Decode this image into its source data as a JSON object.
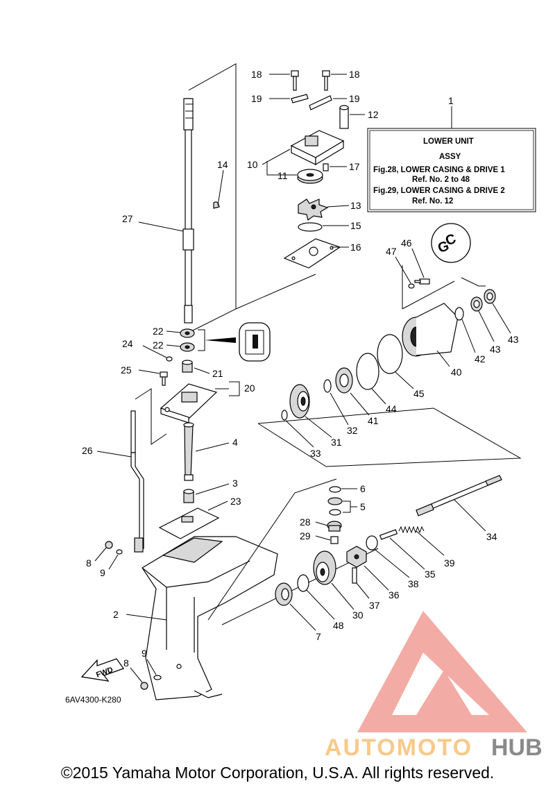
{
  "info_box": {
    "ref_number": "1",
    "line1": "LOWER UNIT",
    "line2": "ASSY",
    "line3": "Fig.28, LOWER CASING & DRIVE 1",
    "line4": "Ref. No. 2 to 48",
    "line5": "Fig.29, LOWER CASING & DRIVE 2",
    "line6": "Ref. No. 12"
  },
  "callouts": {
    "c18a": "18",
    "c18b": "18",
    "c19a": "19",
    "c19b": "19",
    "c12": "12",
    "c10": "10",
    "c11": "11",
    "c17": "17",
    "c14": "14",
    "c13": "13",
    "c15": "15",
    "c16": "16",
    "c27": "27",
    "c47": "47",
    "c46": "46",
    "c22a": "22",
    "c22b": "22",
    "c24": "24",
    "c21": "21",
    "c25": "25",
    "c20": "20",
    "c42": "42",
    "c43a": "43",
    "c43b": "43",
    "c40": "40",
    "c45": "45",
    "c44": "44",
    "c41": "41",
    "c32": "32",
    "c31": "31",
    "c33": "33",
    "c26": "26",
    "c4": "4",
    "c3": "3",
    "c23": "23",
    "c6": "6",
    "c5": "5",
    "c28": "28",
    "c29": "29",
    "c34": "34",
    "c39": "39",
    "c35": "35",
    "c38": "38",
    "c36": "36",
    "c37": "37",
    "c30": "30",
    "c48": "48",
    "c7": "7",
    "c8a": "8",
    "c9a": "9",
    "c2": "2",
    "c9b": "9",
    "c8b": "8"
  },
  "fwd_label": "FWD",
  "diagram_code": "6AV4300-K280",
  "copyright": "©2015 Yamaha Motor Corporation, U.S.A. All rights reserved.",
  "watermark": {
    "brand_part1": "AUTOMOTO",
    "brand_part2": "HUB",
    "color_primary": "#f3a8a1",
    "color_secondary": "#f7d6a0",
    "color_dark": "#8a8a8a"
  }
}
